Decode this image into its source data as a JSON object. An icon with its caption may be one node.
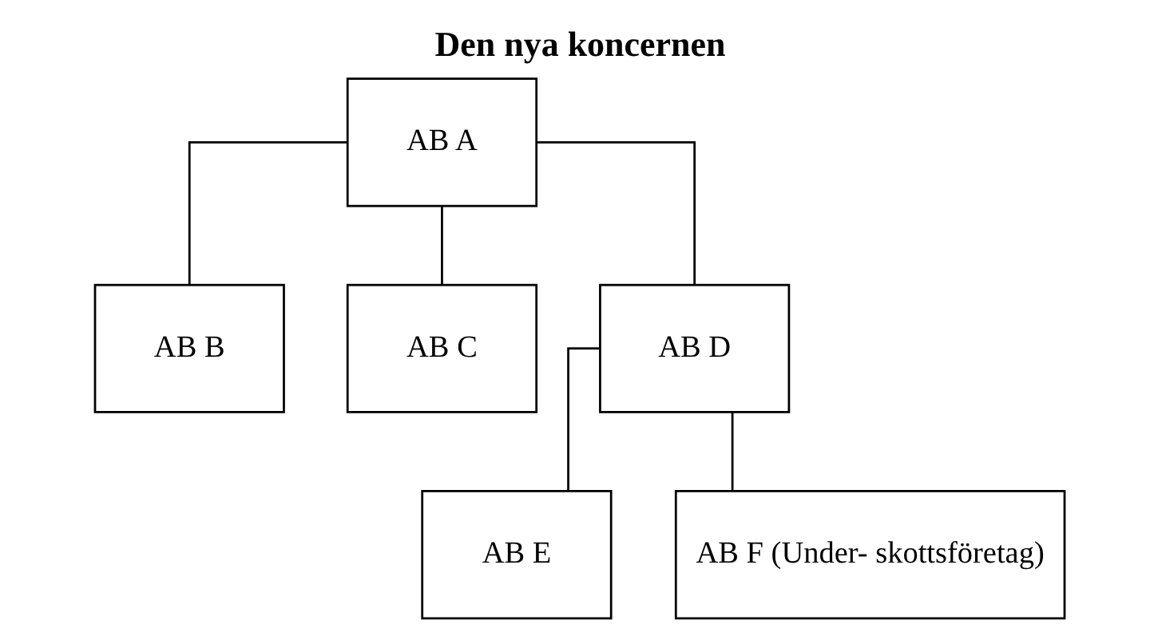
{
  "diagram": {
    "title": "Den nya koncernen",
    "nodes": [
      {
        "text": [
          "AB A"
        ]
      },
      {
        "text": [
          "AB B"
        ]
      },
      {
        "text": [
          "AB C"
        ]
      },
      {
        "text": [
          "AB D"
        ]
      },
      {
        "text": [
          "AB E"
        ]
      },
      {
        "text": [
          "AB F (Under- skottsföretag)"
        ]
      }
    ],
    "edges": [
      {
        "from": 0,
        "to": 1,
        "arrow": "none"
      },
      {
        "from": 0,
        "to": 2,
        "arrow": "none"
      },
      {
        "from": 0,
        "to": 3,
        "arrow": "none"
      },
      {
        "from": 3,
        "to": 4,
        "arrow": "none"
      },
      {
        "from": 3,
        "to": 5,
        "arrow": "none"
      }
    ]
  }
}
